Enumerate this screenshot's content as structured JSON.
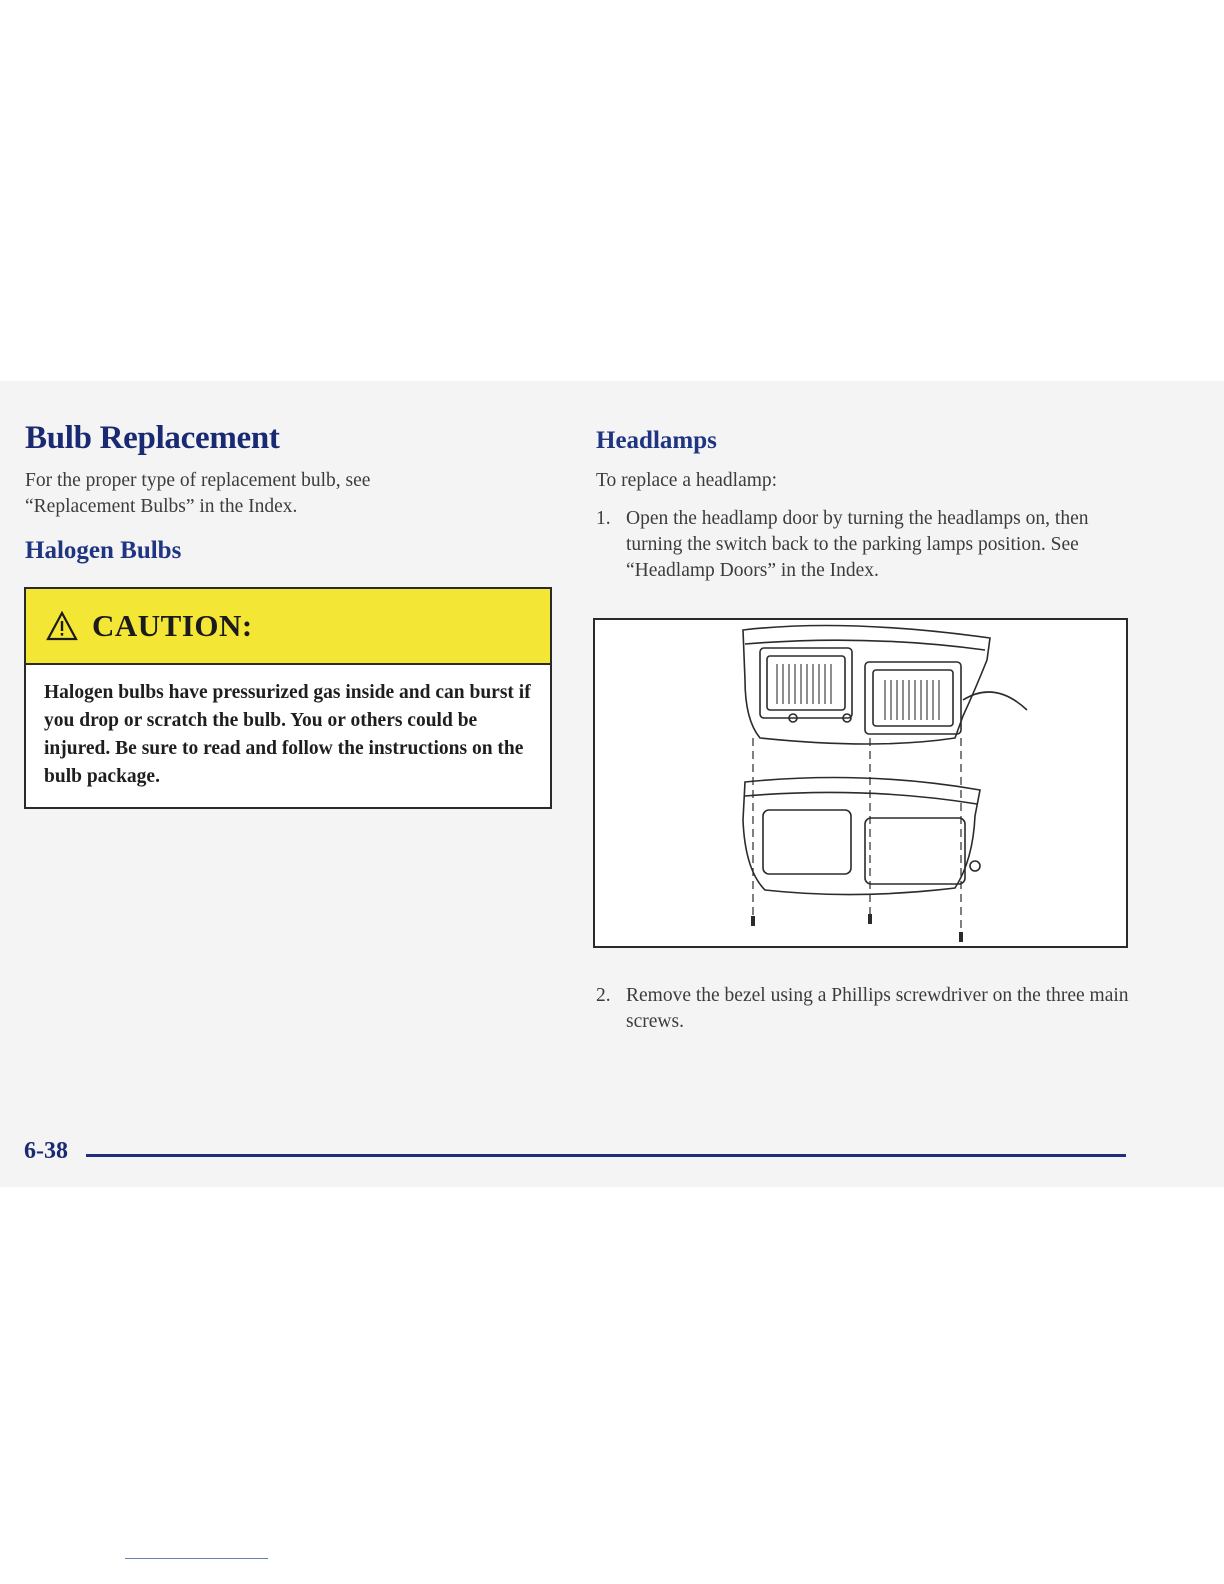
{
  "left": {
    "title": "Bulb Replacement",
    "intro": "For the proper type of replacement bulb, see “Replacement Bulbs” in the Index.",
    "halogen_heading": "Halogen Bulbs",
    "caution": {
      "icon": "warning-triangle-icon",
      "label": "CAUTION:",
      "text": "Halogen bulbs have pressurized gas inside and can burst if you drop or scratch the bulb. You or others could be injured. Be sure to read and follow the instructions on the bulb package."
    }
  },
  "right": {
    "heading": "Headlamps",
    "intro": "To replace a headlamp:",
    "steps": [
      {
        "num": "1.",
        "text": "Open the headlamp door by turning the headlamps on, then turning the switch back to the parking lamps position. See “Headlamp Doors” in the Index."
      },
      {
        "num": "2.",
        "text": "Remove the bezel using a Phillips screwdriver on the three main screws."
      }
    ],
    "figure_icon": "headlamp-assembly-illustration"
  },
  "footer": {
    "page_number": "6-38"
  },
  "colors": {
    "heading": "#1a2a72",
    "caution_bg": "#f4e635",
    "rule": "#1f2f80"
  }
}
